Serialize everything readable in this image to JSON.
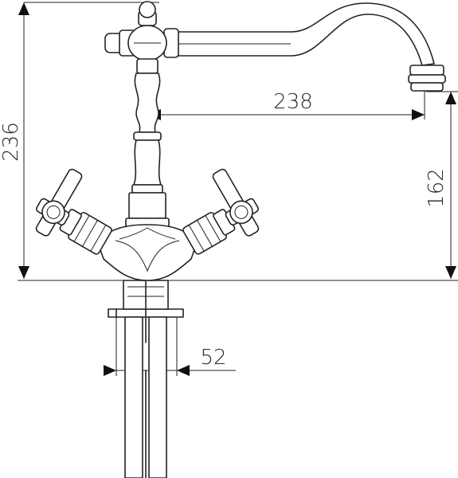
{
  "dimensions": {
    "total_height": "236",
    "spout_reach": "238",
    "spout_height": "162",
    "base_width": "52"
  }
}
